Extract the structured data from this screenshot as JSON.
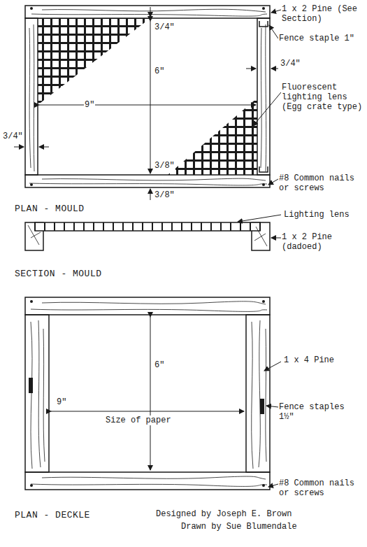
{
  "diagram": {
    "labels": [
      "1 x 2 Pine (See Section)",
      "3/4\"",
      "3/4\"",
      "Fence staple 1\"",
      "3/4\"",
      "9\"",
      "6\"",
      "Fluorescent lighting lens (Egg crate type)",
      "3/8\"",
      "3/8\"",
      "#8 Common nails or screws",
      "PLAN - MOULD",
      "Lighting lens",
      "1 x 2 Pine (dadoed)",
      "SECTION - MOULD",
      "1 x 4 Pine",
      "6\"",
      "9\"",
      "Size of paper",
      "Fence staples 1½\"",
      "#8 Common nails or screws",
      "PLAN - DECKLE",
      "Designed by Joseph E. Brown",
      "Drawn by Sue Blumendale"
    ]
  }
}
